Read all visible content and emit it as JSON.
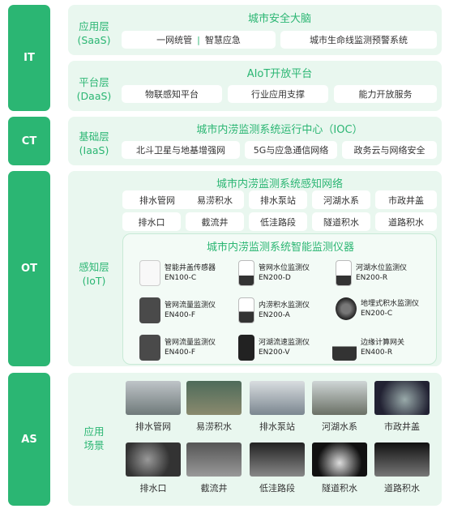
{
  "bands": {
    "it": "IT",
    "ct": "CT",
    "ot": "OT",
    "as": "AS"
  },
  "saas": {
    "label": "应用层\n(SaaS)",
    "title": "城市安全大脑",
    "left_items": [
      "一网统管",
      "智慧应急"
    ],
    "right_item": "城市生命线监测预警系统"
  },
  "daas": {
    "label": "平台层\n(DaaS)",
    "title": "AIoT开放平台",
    "items": [
      "物联感知平台",
      "行业应用支撑",
      "能力开放服务"
    ]
  },
  "iaas": {
    "label": "基础层\n(IaaS)",
    "title": "城市内涝监测系统运行中心（IOC）",
    "items": [
      "北斗卫星与地基增强网",
      "5G与应急通信网络",
      "政务云与网络安全"
    ]
  },
  "iot": {
    "label": "感知层\n(IoT)",
    "network_title": "城市内涝监测系统感知网络",
    "tags": [
      "排水管网",
      "易涝积水",
      "排水泵站",
      "河湖水系",
      "市政井盖",
      "排水口",
      "截流井",
      "低洼路段",
      "隧道积水",
      "道路积水"
    ],
    "instrument_title": "城市内涝监测系统智能监测仪器",
    "devices": [
      {
        "name": "智能井盖传感器",
        "model": "EN100-C"
      },
      {
        "name": "管网水位监测仪",
        "model": "EN200-D"
      },
      {
        "name": "河湖水位监测仪",
        "model": "EN200-R"
      },
      {
        "name": "管网流量监测仪",
        "model": "EN400-F"
      },
      {
        "name": "内涝积水监测仪",
        "model": "EN200-A"
      },
      {
        "name": "地埋式积水监测仪",
        "model": "EN200-C"
      },
      {
        "name": "管网流量监测仪",
        "model": "EN400-F"
      },
      {
        "name": "河湖流速监测仪",
        "model": "EN200-V"
      },
      {
        "name": "边缘计算网关",
        "model": "EN400-R"
      }
    ]
  },
  "as": {
    "label": "应用\n场景",
    "scenes": [
      "排水管网",
      "易涝积水",
      "排水泵站",
      "河湖水系",
      "市政井盖",
      "排水口",
      "截流井",
      "低洼路段",
      "隧道积水",
      "道路积水"
    ]
  }
}
